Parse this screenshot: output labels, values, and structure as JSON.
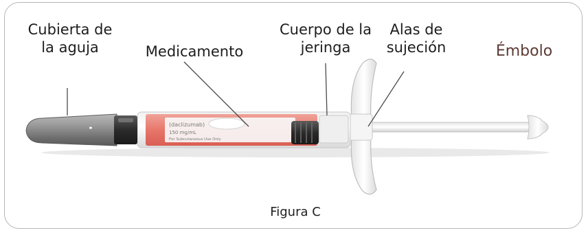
{
  "labels": {
    "needle_cover_line1": "Cubierta de",
    "needle_cover_line2": "la aguja",
    "medication": "Medicamento",
    "syringe_body_line1": "Cuerpo de la",
    "syringe_body_line2": "jeringa",
    "finger_grips_line1": "Alas de",
    "finger_grips_line2": "sujeción",
    "plunger": "Émbolo"
  },
  "syringe_label": {
    "line1": "(daclizumab)",
    "line2": "150 mg/mL",
    "line3": "For Subcutaneous Use Only"
  },
  "caption": "Figura C",
  "colors": {
    "accent_red": "#e8766b",
    "plunger_label": "#5b3a33",
    "needle_cover": "#8c8c8c",
    "frame_border": "#b5b5b5"
  }
}
